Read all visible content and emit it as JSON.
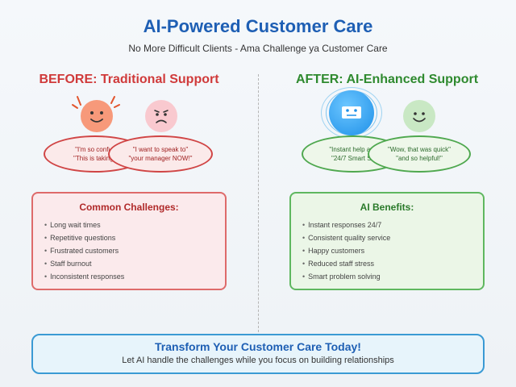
{
  "header": {
    "title": "AI-Powered Customer Care",
    "subtitle": "No More Difficult Clients - Ama Challenge ya Customer Care"
  },
  "before": {
    "heading": "BEFORE: Traditional Support",
    "bubbles": [
      {
        "line1": "\"I'm so confus",
        "line2": "\"This is taking f"
      },
      {
        "line1": "\"I want to speak to\"",
        "line2": "\"your manager NOW!\""
      }
    ],
    "panel": {
      "title": "Common Challenges:",
      "items": [
        "Long wait times",
        "Repetitive questions",
        "Frustrated customers",
        "Staff burnout",
        "Inconsistent responses"
      ]
    }
  },
  "after": {
    "heading": "AFTER: AI-Enhanced Support",
    "bubbles": [
      {
        "line1": "\"Instant help ava",
        "line2": "\"24/7 Smart Su"
      },
      {
        "line1": "\"Wow, that was quick\"",
        "line2": "\"and so helpful!\""
      }
    ],
    "panel": {
      "title": "AI Benefits:",
      "items": [
        "Instant responses 24/7",
        "Consistent quality service",
        "Happy customers",
        "Reduced staff stress",
        "Smart problem solving"
      ]
    }
  },
  "cta": {
    "title": "Transform Your Customer Care Today!",
    "subtitle": "Let AI handle the challenges while you focus on building relationships"
  },
  "colors": {
    "primary_blue": "#1e5fb4",
    "before_red": "#d03a3a",
    "after_green": "#2f8a2f"
  },
  "icons": [
    "angry-face-icon",
    "sad-face-icon",
    "robot-face-icon",
    "happy-face-icon"
  ]
}
